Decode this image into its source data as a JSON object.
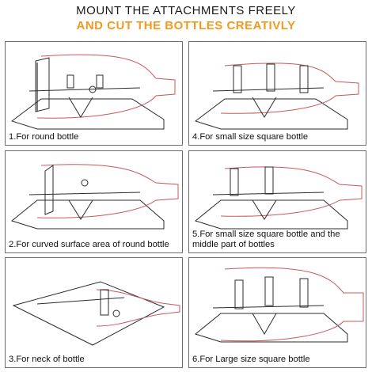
{
  "header": {
    "title_line1": "MOUNT THE ATTACHMENTS FREELY",
    "title_line2": "AND CUT THE BOTTLES CREATIVLY",
    "accent_color": "#f09a1e"
  },
  "panels": [
    {
      "caption": "1.For round bottle"
    },
    {
      "caption": "4.For small size square bottle"
    },
    {
      "caption": "2.For curved surface area of round bottle"
    },
    {
      "caption": "5.For small size square bottle and the middle part of bottles"
    },
    {
      "caption": "3.For neck of bottle"
    },
    {
      "caption": "6.For Large size square bottle"
    }
  ],
  "colors": {
    "bottle_outline": "#c9585a",
    "machine_outline": "#2b2b2b",
    "panel_border": "#6d6d6d"
  }
}
